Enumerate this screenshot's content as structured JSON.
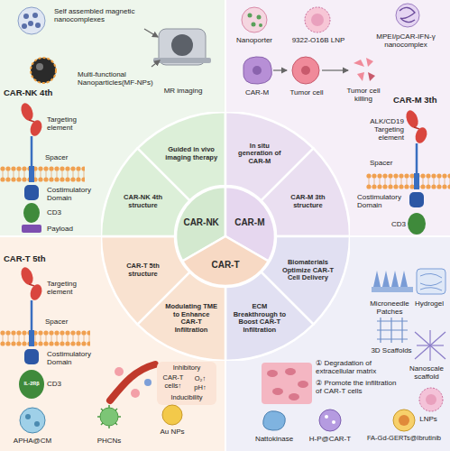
{
  "diagram": {
    "nodes": [
      {
        "text": [
          "CAR-NK"
        ]
      },
      {
        "text": [
          "CAR-M"
        ]
      },
      {
        "text": [
          "CAR-T"
        ]
      },
      {
        "text": [
          "Guided in vivo imaging therapy"
        ]
      },
      {
        "text": [
          "In situ generation of CAR-M"
        ]
      },
      {
        "text": [
          "CAR-M 3th structure"
        ]
      },
      {
        "text": [
          "Biomaterials Optimize CAR-T Cell Delivery"
        ]
      },
      {
        "text": [
          "ECM Breakthrough to Boost CAR-T Infiltration"
        ]
      },
      {
        "text": [
          "Modulating TME to Enhance CAR-T Infiltration"
        ]
      },
      {
        "text": [
          "CAR-T 5th structure"
        ]
      },
      {
        "text": [
          "CAR-NK 4th structure"
        ]
      }
    ],
    "labels": [
      "Self assembled magnetic nanocomplexes",
      "MR imaging",
      "Multi-functional Nanoparticles(MF-NPs)",
      "CAR-NK 4th",
      "Targeting element",
      "Spacer",
      "Costimulatory Domain",
      "CD3",
      "Payload",
      "Nanoporter",
      "9322-O16B LNP",
      "MPEI/pCAR-IFN-γ nanocomplex",
      "CAR-M",
      "Tumor cell",
      "Tumor cell killing",
      "CAR-M 3th",
      "ALK/CD19 Targeting element",
      "Spacer",
      "Costimulatory Domain",
      "CD3",
      "Microneedle Patches",
      "Hydrogel",
      "3D Scaffolds",
      "Nanoscale scaffold",
      "LNPs",
      "① Degradation of extracellular matrix",
      "② Promote the infiltration of CAR-T cells",
      "Nattokinase",
      "H-P@CAR-T",
      "FA-Gd-GERTs@Ibrutinib",
      "CAR-T 5th",
      "Targeting element",
      "Spacer",
      "Costimulatory Domain",
      "IL-2Rβ",
      "CD3",
      "Inhibitory",
      "CAR-T cells↑",
      "O₂↑",
      "pH↑",
      "Inducibility",
      "APHA@CM",
      "PHCNs",
      "Au NPs"
    ]
  }
}
